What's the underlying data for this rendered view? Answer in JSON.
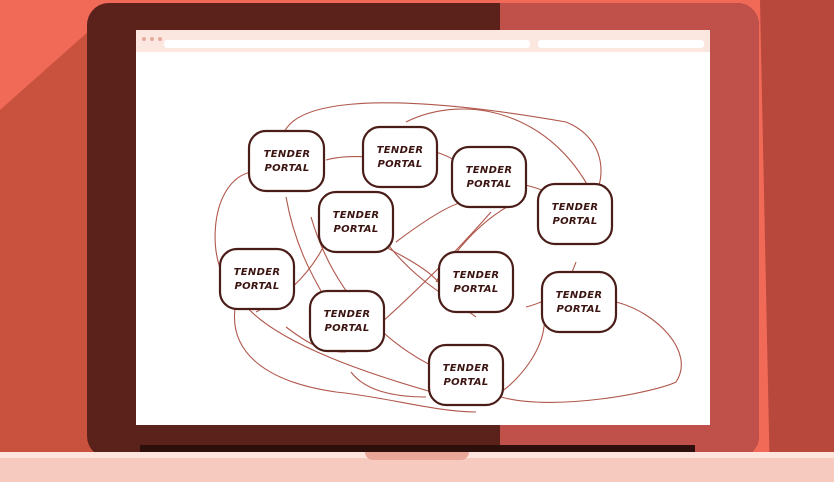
{
  "colors": {
    "background": "#f06a57",
    "lid": "#5b211b",
    "screen": "#ffffff",
    "node_border": "#4a1d18",
    "link": "#b0574b",
    "base": "#f6cabe"
  },
  "nodes": [
    {
      "line1": "TENDER",
      "line2": "PORTAL"
    },
    {
      "line1": "TENDER",
      "line2": "PORTAL"
    },
    {
      "line1": "TENDER",
      "line2": "PORTAL"
    },
    {
      "line1": "TENDER",
      "line2": "PORTAL"
    },
    {
      "line1": "TENDER",
      "line2": "PORTAL"
    },
    {
      "line1": "TENDER",
      "line2": "PORTAL"
    },
    {
      "line1": "TENDER",
      "line2": "PORTAL"
    },
    {
      "line1": "TENDER",
      "line2": "PORTAL"
    },
    {
      "line1": "TENDER",
      "line2": "PORTAL"
    },
    {
      "line1": "TENDER",
      "line2": "PORTAL"
    }
  ]
}
